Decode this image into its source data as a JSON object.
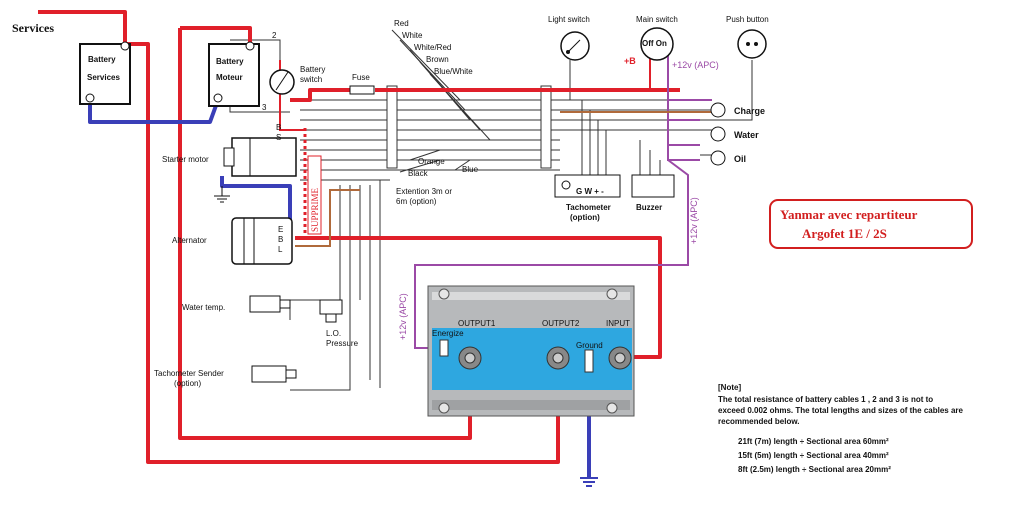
{
  "title_box": {
    "line1": "Yanmar avec repartiteur",
    "line2": "Argofet 1E / 2S",
    "color": "#d21f1f"
  },
  "batteries": {
    "services_label": "Services",
    "battery_services_line1": "Battery",
    "battery_services_line2": "Services",
    "battery_motor_line1": "Battery",
    "battery_motor_line2": "Moteur",
    "battery_switch": "Battery\nswitch",
    "battery_switch_l1": "Battery",
    "battery_switch_l2": "switch"
  },
  "components": {
    "starter_motor": "Starter motor",
    "alternator": "Alternator",
    "water_temp": "Water temp.",
    "lo_pressure_l1": "L.O.",
    "lo_pressure_l2": "Pressure",
    "tacho_sender_l1": "Tachometer Sender",
    "tacho_sender_l2": "(option)",
    "fuse": "Fuse",
    "terminal_b": "B",
    "terminal_s": "S",
    "terminal_e": "E",
    "terminal_b2": "B",
    "terminal_l": "L",
    "num_2": "2",
    "num_3": "3"
  },
  "wires": {
    "red": "Red",
    "white": "White",
    "white_red": "White/Red",
    "brown": "Brown",
    "blue_white": "Blue/White",
    "orange": "Orange",
    "black": "Black",
    "blue": "Blue",
    "extension_l1": "Extention 3m or",
    "extension_l2": "6m (option)",
    "supprime": "SUPPRIME"
  },
  "panel": {
    "light_switch": "Light switch",
    "main_switch": "Main switch",
    "push_button": "Push button",
    "off_on": "Off On",
    "plus_b": "+B",
    "plus12_apc": "+12v (APC)",
    "charge": "Charge",
    "water": "Water",
    "oil": "Oil",
    "tachometer_l1": "Tachometer",
    "tachometer_l2": "(option)",
    "tach_terms": "G W + -",
    "buzzer": "Buzzer"
  },
  "argofet": {
    "output1": "OUTPUT1",
    "output2": "OUTPUT2",
    "input": "INPUT",
    "energize": "Energize",
    "ground": "Ground",
    "apc_left": "+12v (APC)",
    "apc_right": "+12v (APC)",
    "body_color": "#2ea7e0"
  },
  "note": {
    "heading": "[Note]",
    "line1": "The total resistance of battery cables 1 , 2 and 3 is not to",
    "line2": "exceed 0.002 ohms. The total lengths and sizes of the cables are",
    "line3": "recommended below.",
    "row1": "21ft (7m) length ÷ Sectional area 60mm²",
    "row2": "15ft (5m) length ÷ Sectional area 40mm²",
    "row3": "8ft (2.5m) length ÷ Sectional area 20mm²"
  },
  "colors": {
    "power_red": "#e0202a",
    "ground_blue": "#3a3fb8",
    "apc_purple": "#9b4aa6",
    "brown_wire": "#b06a3b"
  }
}
